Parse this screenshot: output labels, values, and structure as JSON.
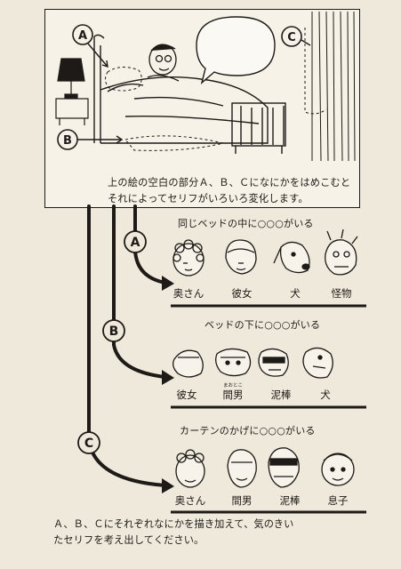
{
  "scene": {
    "markers": [
      "A",
      "B",
      "C"
    ],
    "caption_lines": [
      "上の絵の空白の部分Ａ、Ｂ、Ｃになにかをはめこむと",
      "それによってセリフがいろいろ変化します。"
    ]
  },
  "sections": [
    {
      "marker": "A",
      "heading": "同じベッドの中に○○○がいる",
      "options": [
        "奥さん",
        "彼女",
        "犬",
        "怪物"
      ]
    },
    {
      "marker": "B",
      "heading": "ベッドの下に○○○がいる",
      "options": [
        "彼女",
        "間男",
        "泥棒",
        "犬"
      ],
      "ruby": "まおとこ"
    },
    {
      "marker": "C",
      "heading": "カーテンのかげに○○○がいる",
      "options": [
        "奥さん",
        "間男",
        "泥棒",
        "息子"
      ]
    }
  ],
  "footer_lines": [
    "Ａ、Ｂ、Ｃにそれぞれなにかを描き加えて、気のきい",
    "たセリフを考え出してください。"
  ],
  "colors": {
    "ink": "#1d1a17",
    "paper": "#efe9dc"
  }
}
